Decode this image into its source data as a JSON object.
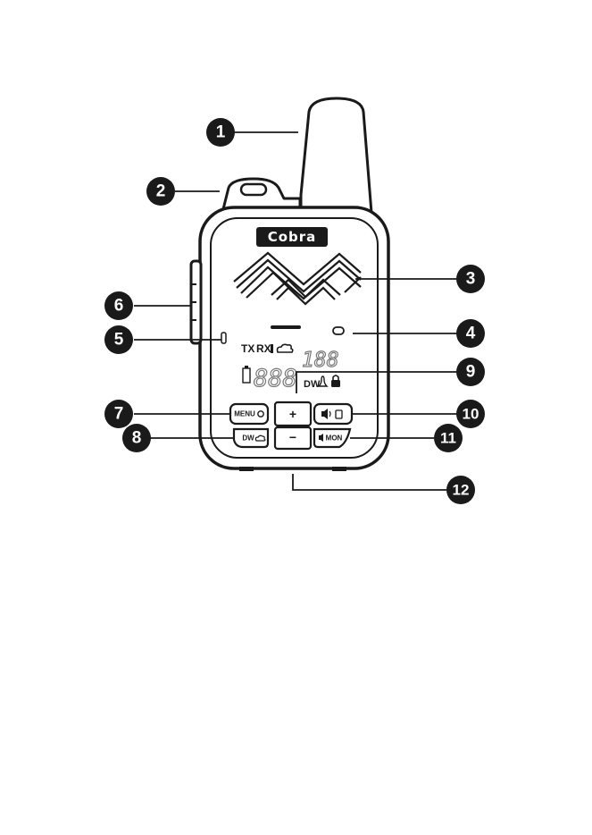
{
  "brand": "Cobra",
  "lcd": {
    "tx": "TX",
    "rx": "RX",
    "digits_small": "188",
    "digits_large": "888",
    "dw": "DW"
  },
  "buttons": {
    "menu": "MENU",
    "dw": "DW",
    "plus": "+",
    "minus": "−",
    "mon": "MON"
  },
  "callouts": [
    "1",
    "2",
    "3",
    "4",
    "5",
    "6",
    "7",
    "8",
    "9",
    "10",
    "11",
    "12"
  ],
  "colors": {
    "ink": "#1a1a1a",
    "callout_fill": "#1a1a1a",
    "lcd_segment": "#777777"
  }
}
